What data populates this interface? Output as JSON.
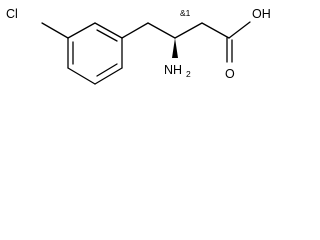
{
  "molecule": {
    "atoms": {
      "chlorine": "Cl",
      "hydroxyl": "OH",
      "carbonyl_oxygen": "O",
      "amine_main": "NH",
      "amine_subscript": "2"
    },
    "stereo_label": "&1"
  }
}
